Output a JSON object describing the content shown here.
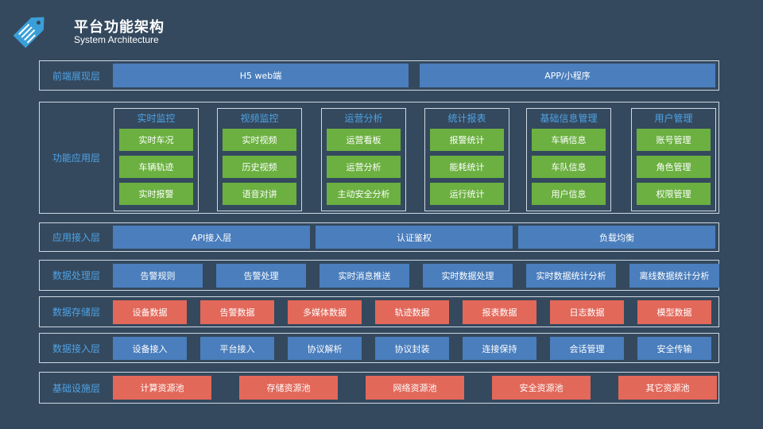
{
  "header": {
    "title": "平台功能架构",
    "subtitle": "System Architecture"
  },
  "layers": {
    "frontend": {
      "label": "前端展现层",
      "items": [
        "H5 web端",
        "APP/小程序"
      ]
    },
    "function": {
      "label": "功能应用层",
      "modules": [
        {
          "title": "实时监控",
          "items": [
            "实时车况",
            "车辆轨迹",
            "实时报警"
          ]
        },
        {
          "title": "视频监控",
          "items": [
            "实时视频",
            "历史视频",
            "语音对讲"
          ]
        },
        {
          "title": "运营分析",
          "items": [
            "运营看板",
            "运营分析",
            "主动安全分析"
          ]
        },
        {
          "title": "统计报表",
          "items": [
            "报警统计",
            "能耗统计",
            "运行统计"
          ]
        },
        {
          "title": "基础信息管理",
          "items": [
            "车辆信息",
            "车队信息",
            "用户信息"
          ]
        },
        {
          "title": "用户管理",
          "items": [
            "账号管理",
            "角色管理",
            "权限管理"
          ]
        }
      ]
    },
    "app_access": {
      "label": "应用接入层",
      "items": [
        "API接入层",
        "认证鉴权",
        "负载均衡"
      ]
    },
    "data_processing": {
      "label": "数据处理层",
      "items": [
        "告警规则",
        "告警处理",
        "实时消息推送",
        "实时数据处理",
        "实时数据统计分析",
        "离线数据统计分析"
      ]
    },
    "data_storage": {
      "label": "数据存储层",
      "items": [
        "设备数据",
        "告警数据",
        "多媒体数据",
        "轨迹数据",
        "报表数据",
        "日志数据",
        "模型数据"
      ]
    },
    "data_access": {
      "label": "数据接入层",
      "items": [
        "设备接入",
        "平台接入",
        "协议解析",
        "协议封装",
        "连接保持",
        "会话管理",
        "安全传输"
      ]
    },
    "infrastructure": {
      "label": "基础设施层",
      "items": [
        "计算资源池",
        "存储资源池",
        "网络资源池",
        "安全资源池",
        "其它资源池"
      ]
    }
  },
  "colors": {
    "background": "#34495e",
    "accent_text": "#4fa3e6",
    "blue_box": "#4a7ebd",
    "red_box": "#e2685a",
    "green_box": "#6bb040",
    "border": "#cfd8e3"
  },
  "icons": {
    "logo": "tag-icon"
  }
}
